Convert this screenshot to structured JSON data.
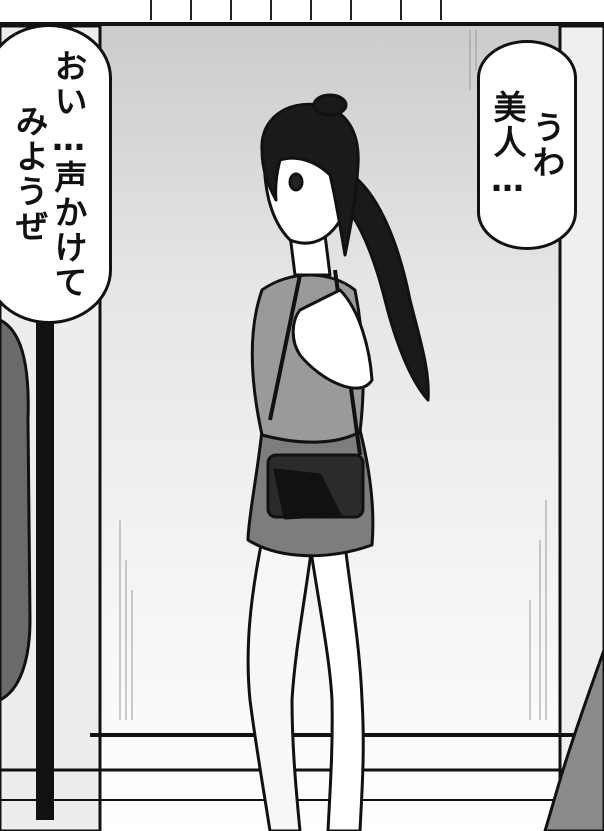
{
  "speech": {
    "left": {
      "lines": [
        "おい…声かけて",
        "みようぜ"
      ]
    },
    "right": {
      "lines": [
        "うわ",
        "美人…"
      ]
    }
  },
  "colors": {
    "ink": "#111111",
    "paper": "#ffffff",
    "tone_dark": "#4a4a4a",
    "tone_mid": "#9a9a9a",
    "hair": "#1a1a1a"
  }
}
